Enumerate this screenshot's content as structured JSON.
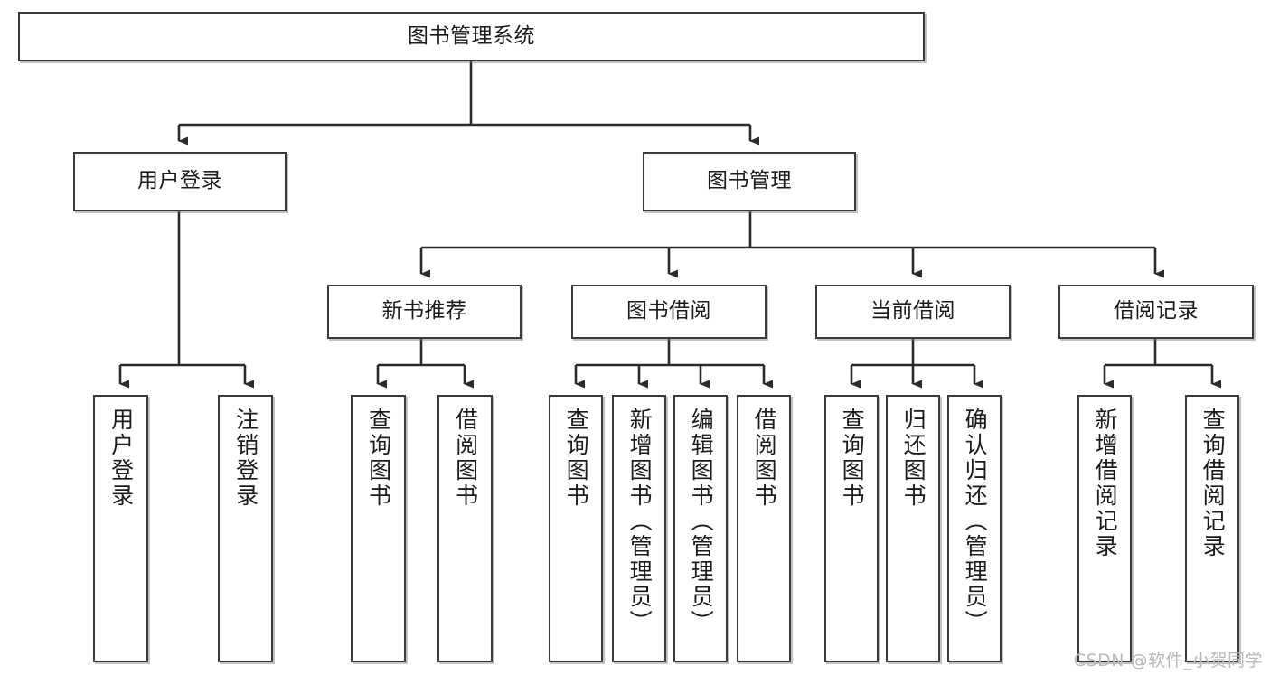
{
  "diagram": {
    "type": "tree",
    "title": "图书管理系统",
    "orientation": "top-down",
    "colors": {
      "box_border": "#3a3a3a",
      "box_fill": "#ffffff",
      "edge": "#2b2b2b",
      "text": "#1b1b1b",
      "watermark": "#b9b9b9",
      "background": "#ffffff"
    }
  },
  "nodes": {
    "root": {
      "label": "图书管理系统"
    },
    "level2": [
      {
        "id": "user-login",
        "label": "用户登录"
      },
      {
        "id": "book-manage",
        "label": "图书管理"
      }
    ],
    "level3": [
      {
        "id": "new-book-recommend",
        "label": "新书推荐"
      },
      {
        "id": "book-borrow",
        "label": "图书借阅"
      },
      {
        "id": "current-borrow",
        "label": "当前借阅"
      },
      {
        "id": "borrow-record",
        "label": "借阅记录"
      }
    ],
    "leaves": [
      {
        "id": "leaf-user-login",
        "parent": "user-login",
        "label": "用户登录"
      },
      {
        "id": "leaf-logout-login",
        "parent": "user-login",
        "label": "注销登录"
      },
      {
        "id": "leaf-query-book-1",
        "parent": "new-book-recommend",
        "label": "查询图书"
      },
      {
        "id": "leaf-borrow-book-1",
        "parent": "new-book-recommend",
        "label": "借阅图书"
      },
      {
        "id": "leaf-query-book-2",
        "parent": "book-borrow",
        "label": "查询图书"
      },
      {
        "id": "leaf-add-book",
        "parent": "book-borrow",
        "label": "新增图书（管理员）"
      },
      {
        "id": "leaf-edit-book",
        "parent": "book-borrow",
        "label": "编辑图书（管理员）"
      },
      {
        "id": "leaf-borrow-book-2",
        "parent": "book-borrow",
        "label": "借阅图书"
      },
      {
        "id": "leaf-query-book-3",
        "parent": "current-borrow",
        "label": "查询图书"
      },
      {
        "id": "leaf-return-book",
        "parent": "current-borrow",
        "label": "归还图书"
      },
      {
        "id": "leaf-confirm-return",
        "parent": "current-borrow",
        "label": "确认归还（管理员）"
      },
      {
        "id": "leaf-add-record",
        "parent": "borrow-record",
        "label": "新增借阅记录"
      },
      {
        "id": "leaf-query-record",
        "parent": "borrow-record",
        "label": "查询借阅记录"
      }
    ]
  },
  "watermark": {
    "text": "CSDN @软件_小贺同学"
  }
}
